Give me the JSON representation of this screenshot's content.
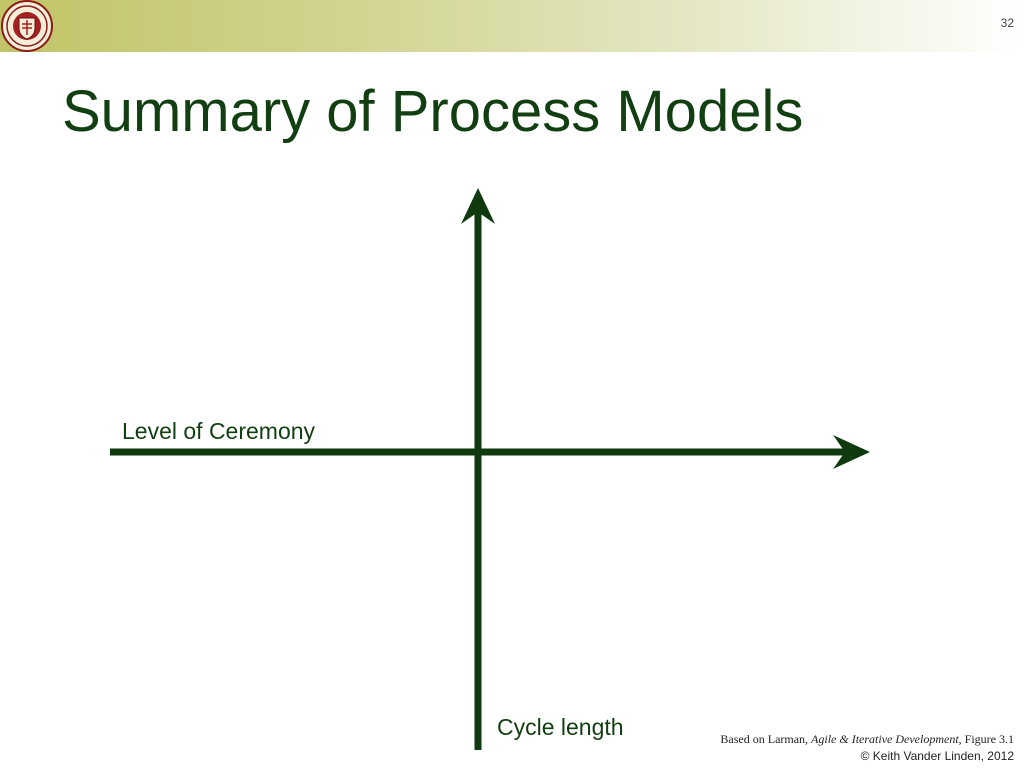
{
  "header": {
    "slide_number": "32"
  },
  "title": "Summary of Process Models",
  "axes": {
    "horizontal_label": "Level of Ceremony",
    "vertical_label": "Cycle length"
  },
  "footer": {
    "citation_prefix": "Based on Larman, ",
    "citation_title": "Agile & Iterative Development",
    "citation_suffix": ", Figure 3.1",
    "copyright": "© Keith Vander Linden, 2012"
  },
  "colors": {
    "title": "#123f12",
    "axis": "#0f3a0f",
    "band_left": "#c2c467",
    "seal": "#8b1a1a"
  },
  "icons": {
    "seal": "college-seal-icon"
  }
}
